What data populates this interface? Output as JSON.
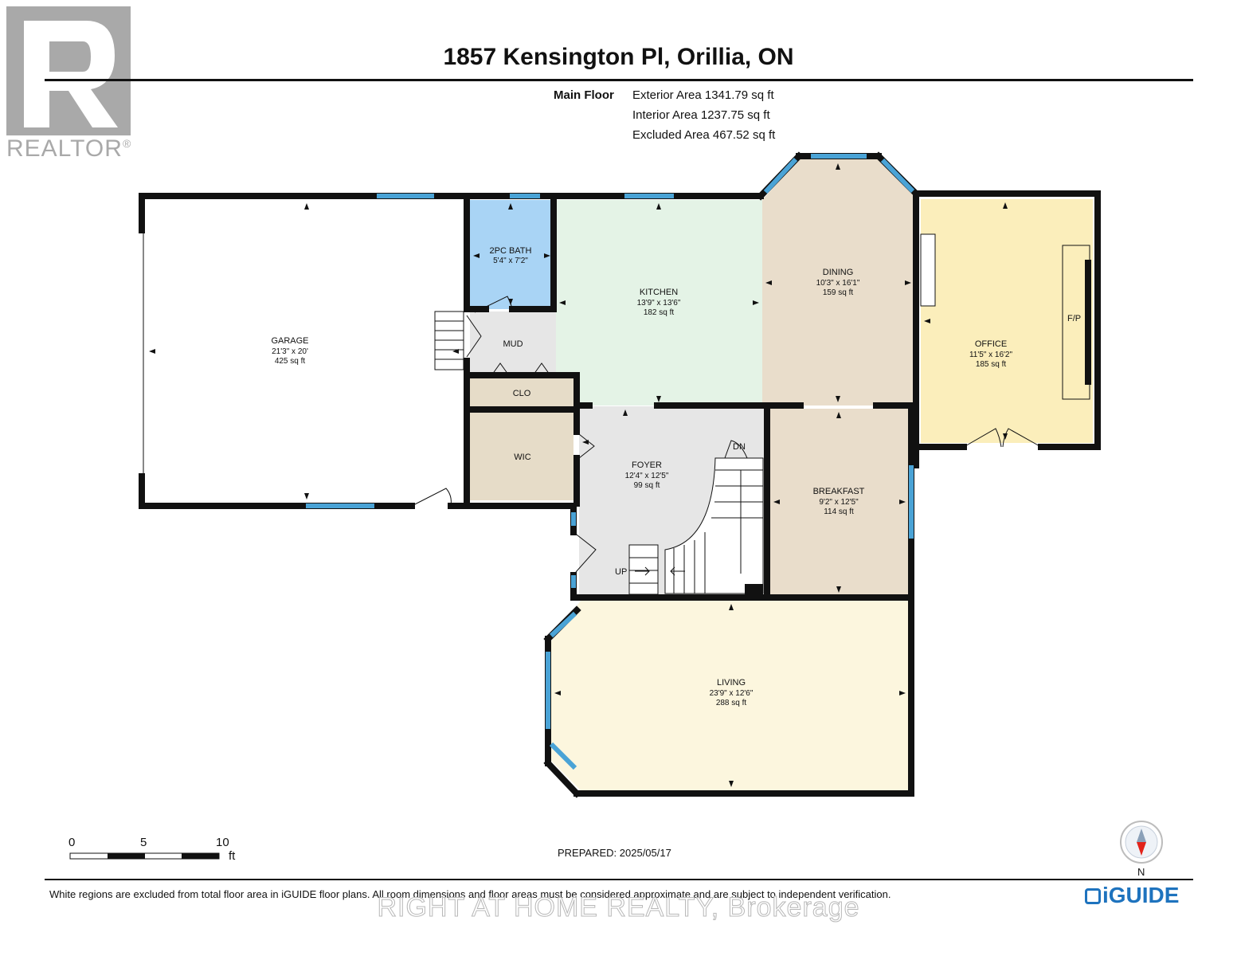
{
  "header": {
    "title": "1857 Kensington Pl, Orillia, ON",
    "floor_name": "Main Floor",
    "exterior_area": "Exterior Area 1341.79 sq ft",
    "interior_area": "Interior Area 1237.75 sq ft",
    "excluded_area": "Excluded Area 467.52 sq ft"
  },
  "logo": {
    "wordmark": "REALTOR",
    "registered": "®",
    "color": "#a9a9a9"
  },
  "colors": {
    "wall": "#111111",
    "window": "#4aa3d6",
    "garage": "#ffffff",
    "bath": "#a9d4f5",
    "kitchen": "#e4f3e6",
    "dining": "#e9ddcb",
    "office": "#fbeebb",
    "foyer": "#e6e6e6",
    "closet": "#e6dcc8",
    "breakfast": "#e9ddcb",
    "living": "#fcf6de"
  },
  "rooms": {
    "garage": {
      "name": "GARAGE",
      "dims": "21'3\" x 20'",
      "area": "425 sq ft"
    },
    "bath": {
      "name": "2PC BATH",
      "dims": "5'4\" x 7'2\""
    },
    "kitchen": {
      "name": "KITCHEN",
      "dims": "13'9\" x 13'6\"",
      "area": "182 sq ft"
    },
    "dining": {
      "name": "DINING",
      "dims": "10'3\" x 16'1\"",
      "area": "159 sq ft"
    },
    "office": {
      "name": "OFFICE",
      "dims": "11'5\" x 16'2\"",
      "area": "185 sq ft"
    },
    "mud": {
      "name": "MUD"
    },
    "clo": {
      "name": "CLO"
    },
    "wic": {
      "name": "WIC"
    },
    "foyer": {
      "name": "FOYER",
      "dims": "12'4\" x 12'5\"",
      "area": "99 sq ft"
    },
    "breakfast": {
      "name": "BREAKFAST",
      "dims": "9'2\" x 12'5\"",
      "area": "114 sq ft"
    },
    "living": {
      "name": "LIVING",
      "dims": "23'9\" x 12'6\"",
      "area": "288 sq ft"
    }
  },
  "labels": {
    "fireplace": "F/P",
    "stairs_down": "DN",
    "stairs_up": "UP"
  },
  "scale": {
    "ticks": [
      "0",
      "5",
      "10"
    ],
    "unit": "ft"
  },
  "prepared": "PREPARED: 2025/05/17",
  "compass": {
    "north_label": "N"
  },
  "footer": {
    "disclaimer": "White regions are excluded from total floor area in iGUIDE floor plans. All room dimensions and floor areas must be considered approximate and are subject to independent verification.",
    "brand": "iGUIDE",
    "watermark": "RIGHT AT HOME REALTY, Brokerage"
  }
}
